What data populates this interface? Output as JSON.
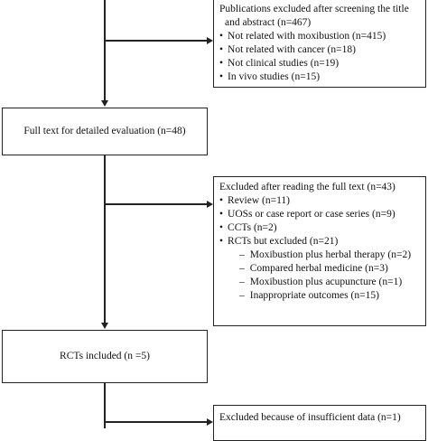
{
  "exclusion1": {
    "title_line1": "Publications excluded after screening the title",
    "title_line2": "and abstract (n=467)",
    "items": [
      "Not related with moxibustion (n=415)",
      "Not related with cancer (n=18)",
      "Not clinical studies (n=19)",
      "In vivo studies (n=15)"
    ]
  },
  "fulltext": {
    "label": "Full text for detailed evaluation (n=48)"
  },
  "exclusion2": {
    "title": "Excluded after reading the full text (n=43)",
    "items": [
      "Review (n=11)",
      "UOSs or case report or case series (n=9)",
      "CCTs (n=2)",
      "RCTs but excluded (n=21)"
    ],
    "subitems": [
      "Moxibustion plus herbal therapy (n=2)",
      "Compared herbal medicine (n=3)",
      "Moxibustion plus acupuncture (n=1)",
      "Inappropriate outcomes (n=15)"
    ]
  },
  "included": {
    "label": "RCTs included (n =5)"
  },
  "exclusion3": {
    "label": "Excluded because of insufficient data (n=1)"
  }
}
